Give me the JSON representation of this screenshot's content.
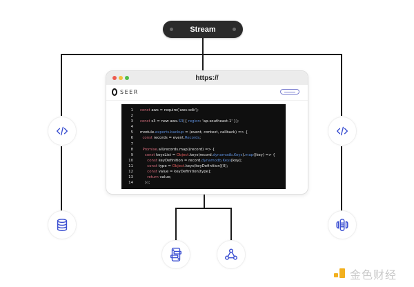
{
  "stream": {
    "label": "Stream"
  },
  "browser": {
    "url": "https://",
    "traffic_lights": {
      "close": "#ed5b4f",
      "minimize": "#f4be3d",
      "maximize": "#52bd4a"
    },
    "brand": "SEER",
    "menu_icon": "hamburger-icon"
  },
  "code": {
    "lines": [
      {
        "n": "1",
        "tokens": [
          {
            "t": "const",
            "c": "kw"
          },
          {
            "t": " aws = require('aws-sdk');",
            "c": ""
          }
        ]
      },
      {
        "n": "2",
        "tokens": []
      },
      {
        "n": "3",
        "tokens": [
          {
            "t": "const",
            "c": "kw"
          },
          {
            "t": " s3 = new aws.",
            "c": ""
          },
          {
            "t": "S3",
            "c": "prop"
          },
          {
            "t": "({ ",
            "c": ""
          },
          {
            "t": "region",
            "c": "prop"
          },
          {
            "t": ": 'ap-southeast-1' });",
            "c": ""
          }
        ]
      },
      {
        "n": "4",
        "tokens": []
      },
      {
        "n": "5",
        "tokens": [
          {
            "t": "module.",
            "c": ""
          },
          {
            "t": "exports",
            "c": "prop"
          },
          {
            "t": ".",
            "c": ""
          },
          {
            "t": "backup",
            "c": "prop"
          },
          {
            "t": " = (event, context, callback) => {",
            "c": ""
          }
        ]
      },
      {
        "n": "6",
        "tokens": [
          {
            "t": "  ",
            "c": ""
          },
          {
            "t": "const",
            "c": "kw"
          },
          {
            "t": " records = event.",
            "c": ""
          },
          {
            "t": "Records",
            "c": "prop"
          },
          {
            "t": ";",
            "c": ""
          }
        ]
      },
      {
        "n": "7",
        "tokens": []
      },
      {
        "n": "8",
        "tokens": [
          {
            "t": "  ",
            "c": ""
          },
          {
            "t": "Promise",
            "c": "kw"
          },
          {
            "t": ".all(records.map((record) => {",
            "c": ""
          }
        ]
      },
      {
        "n": "9",
        "tokens": [
          {
            "t": "    ",
            "c": ""
          },
          {
            "t": "const",
            "c": "kw"
          },
          {
            "t": " keysList = ",
            "c": ""
          },
          {
            "t": "Object",
            "c": "obj"
          },
          {
            "t": ".keys(record.",
            "c": ""
          },
          {
            "t": "dynamodb",
            "c": "prop"
          },
          {
            "t": ".",
            "c": ""
          },
          {
            "t": "Keys",
            "c": "prop"
          },
          {
            "t": ").",
            "c": ""
          },
          {
            "t": "map",
            "c": "prop"
          },
          {
            "t": "((key) => {",
            "c": ""
          }
        ]
      },
      {
        "n": "10",
        "tokens": [
          {
            "t": "      ",
            "c": ""
          },
          {
            "t": "const",
            "c": "kw"
          },
          {
            "t": " keyDefinition = record.",
            "c": ""
          },
          {
            "t": "dynamodb",
            "c": "prop"
          },
          {
            "t": ".",
            "c": ""
          },
          {
            "t": "Keys",
            "c": "prop"
          },
          {
            "t": "[key];",
            "c": ""
          }
        ]
      },
      {
        "n": "11",
        "tokens": [
          {
            "t": "      ",
            "c": ""
          },
          {
            "t": "const",
            "c": "kw"
          },
          {
            "t": " type = ",
            "c": ""
          },
          {
            "t": "Object",
            "c": "obj"
          },
          {
            "t": ".keys(keyDefinition)[0];",
            "c": ""
          }
        ]
      },
      {
        "n": "12",
        "tokens": [
          {
            "t": "      ",
            "c": ""
          },
          {
            "t": "const",
            "c": "kw"
          },
          {
            "t": " value = keyDefinition[type];",
            "c": ""
          }
        ]
      },
      {
        "n": "13",
        "tokens": [
          {
            "t": "      ",
            "c": ""
          },
          {
            "t": "return",
            "c": "kw"
          },
          {
            "t": " value;",
            "c": ""
          }
        ]
      },
      {
        "n": "14",
        "tokens": [
          {
            "t": "    });",
            "c": ""
          }
        ]
      }
    ]
  },
  "nodes": {
    "left_code": {
      "icon": "code-icon"
    },
    "right_code": {
      "icon": "code-icon"
    },
    "database": {
      "icon": "database-icon"
    },
    "function": {
      "icon": "lambda-function-icon"
    },
    "mobile_app": {
      "icon": "mobile-app-icon"
    },
    "webhook": {
      "icon": "webhook-icon"
    }
  },
  "watermark": {
    "text": "金色财经",
    "logo_color": "#f2b01e"
  },
  "colors": {
    "accent": "#3b4fd1",
    "line": "#1a1a1a",
    "pill": "#2b2b2b"
  }
}
